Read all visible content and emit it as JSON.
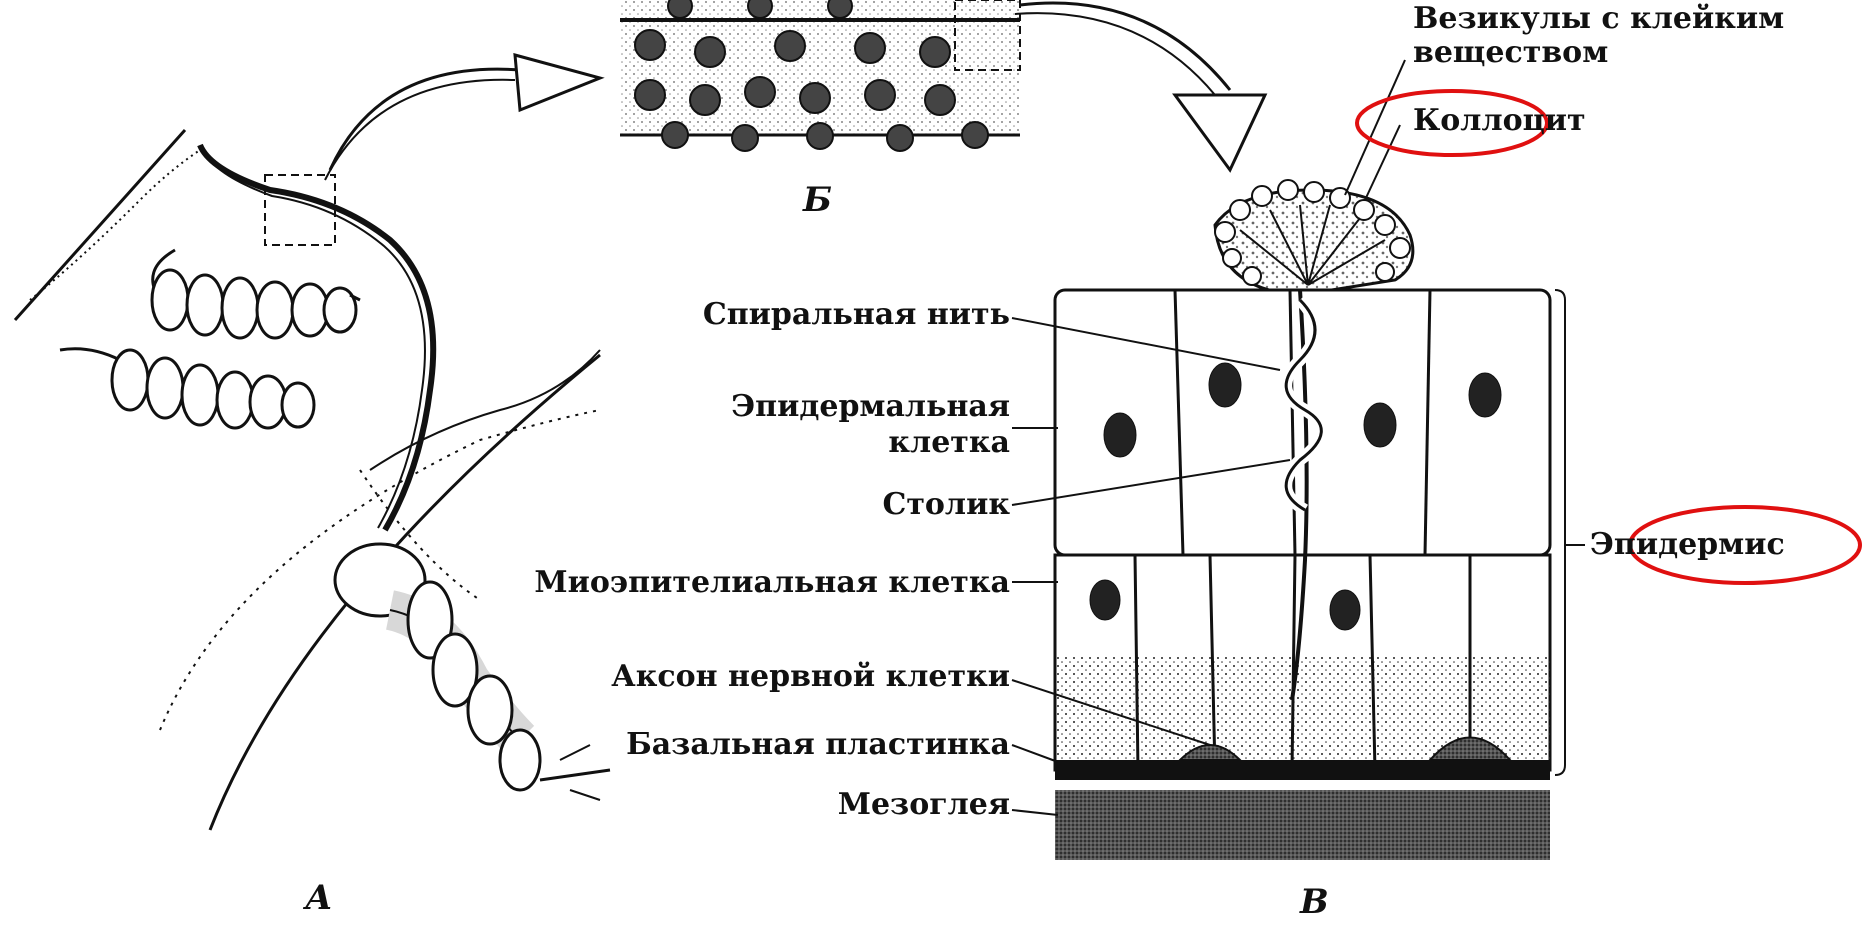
{
  "panels": {
    "a": "А",
    "b": "Б",
    "c": "В"
  },
  "labels": {
    "vesicles_line1": "Везикулы с клейким",
    "vesicles_line2": "веществом",
    "collocyte": "Коллоцит",
    "spiral_thread": "Спиральная нить",
    "epidermal_cell_line1": "Эпидермальная",
    "epidermal_cell_line2": "клетка",
    "stalk": "Столик",
    "myoepithelial_cell": "Миоэпителиальная клетка",
    "nerve_axon": "Аксон нервной клетки",
    "basal_lamina": "Базальная пластинка",
    "mesoglea": "Мезоглея",
    "epidermis": "Эпидермис"
  },
  "colors": {
    "highlight_ellipse": "#e01010",
    "ink": "#111111"
  }
}
